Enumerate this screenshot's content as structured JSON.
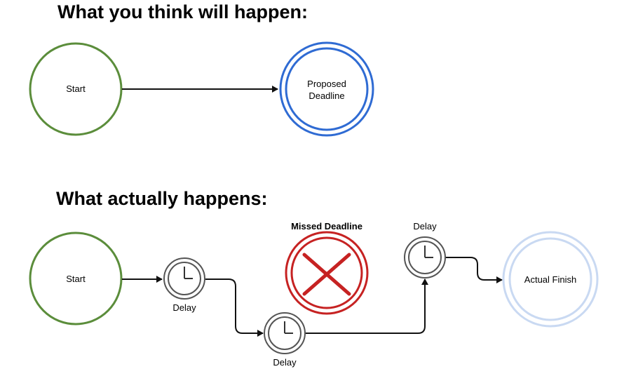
{
  "top": {
    "heading": "What you think will happen:",
    "start_label": "Start",
    "deadline_label_line1": "Proposed",
    "deadline_label_line2": "Deadline"
  },
  "bottom": {
    "heading": "What actually happens:",
    "start_label": "Start",
    "delay1_label": "Delay",
    "delay2_label": "Delay",
    "delay3_label": "Delay",
    "missed_label": "Missed Deadline",
    "finish_label": "Actual Finish"
  },
  "colors": {
    "start_stroke": "#5b8d3b",
    "proposed_stroke": "#2f6bd3",
    "missed_stroke": "#c62222",
    "finish_stroke": "#c9d9f2",
    "clock_stroke": "#555555",
    "arrow": "#111111"
  },
  "icons": {
    "delay": "clock-icon",
    "missed": "x-mark-icon"
  }
}
